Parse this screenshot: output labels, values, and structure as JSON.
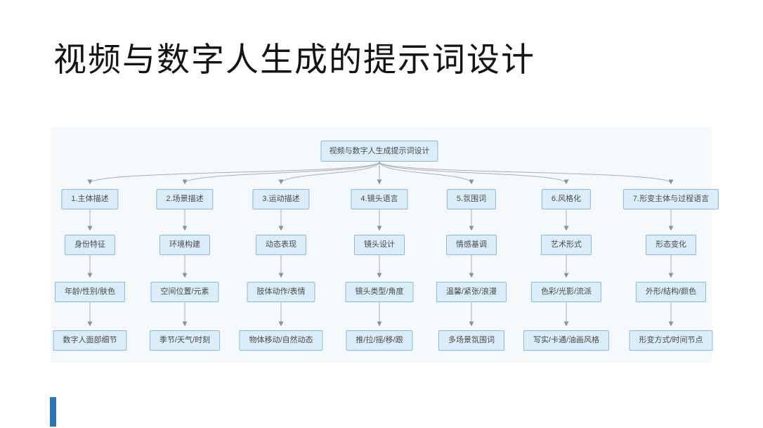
{
  "title": "视频与数字人生成的提示词设计",
  "diagram": {
    "root": "视频与数字人生成提示词设计",
    "columns": [
      {
        "header": "1.主体描述",
        "nodes": [
          "身份特征",
          "年龄/性别/肤色",
          "数字人面部细节"
        ]
      },
      {
        "header": "2.场景描述",
        "nodes": [
          "环境构建",
          "空间位置/元素",
          "季节/天气/时刻"
        ]
      },
      {
        "header": "3.运动描述",
        "nodes": [
          "动态表现",
          "肢体动作/表情",
          "物体移动/自然动态"
        ]
      },
      {
        "header": "4.镜头语言",
        "nodes": [
          "镜头设计",
          "镜头类型/角度",
          "推/拉/摇/移/跟"
        ]
      },
      {
        "header": "5.氛围词",
        "nodes": [
          "情感基调",
          "温馨/紧张/浪漫",
          "多场景氛围词"
        ]
      },
      {
        "header": "6.风格化",
        "nodes": [
          "艺术形式",
          "色彩/光影/流派",
          "写实/卡通/油画风格"
        ]
      },
      {
        "header": "7.形变主体与过程语言",
        "nodes": [
          "形态变化",
          "外形/结构/颜色",
          "形变方式/时间节点"
        ]
      }
    ]
  },
  "colors": {
    "node_fill": "#daedf9",
    "node_border": "#8ab9da",
    "panel_background": "#f6f9fc",
    "connector": "#a6adb4",
    "accent_bar": "#2e75b6",
    "title_text": "#141414"
  }
}
